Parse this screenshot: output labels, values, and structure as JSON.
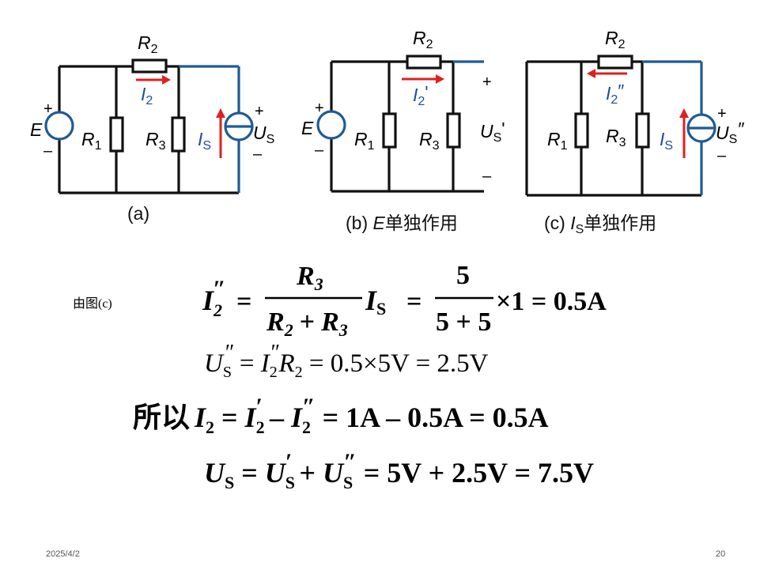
{
  "circuits": {
    "a": {
      "caption": "(a)",
      "R2": "R",
      "R2_sub": "2",
      "I2": "I",
      "I2_sub": "2",
      "R1": "R",
      "R1_sub": "1",
      "R3": "R",
      "R3_sub": "3",
      "E": "E",
      "IS": "I",
      "IS_sub": "S",
      "US": "U",
      "US_sub": "S",
      "plus_left": "+",
      "minus_left": "–",
      "plus_right": "+",
      "minus_right": "–"
    },
    "b": {
      "caption_prefix": "(b) ",
      "caption_var": "E",
      "caption_suffix": "单独作用",
      "R2": "R",
      "R2_sub": "2",
      "I2": "I",
      "I2_sub": "2",
      "I2_mark": "'",
      "R1": "R",
      "R1_sub": "1",
      "R3": "R",
      "R3_sub": "3",
      "E": "E",
      "US": "U",
      "US_sub": "S",
      "US_mark": "'",
      "plus_left": "+",
      "minus_left": "–",
      "plus_right": "+",
      "minus_right": "–"
    },
    "c": {
      "caption_prefix": "(c) ",
      "caption_var": "I",
      "caption_sub": "S",
      "caption_suffix": "单独作用",
      "R2": "R",
      "R2_sub": "2",
      "I2": "I",
      "I2_sub": "2",
      "I2_mark": "″",
      "R1": "R",
      "R1_sub": "1",
      "R3": "R",
      "R3_sub": "3",
      "IS": "I",
      "IS_sub": "S",
      "US": "U",
      "US_sub": "S",
      "US_mark": "″",
      "plus_right": "+",
      "minus_right": "–"
    }
  },
  "equations": {
    "from_label": "由图(c)",
    "eq1": {
      "lhs": "I",
      "lhs_sub": "2",
      "lhs_mark": "″",
      "eq": "=",
      "frac1_num": "R",
      "frac1_num_sub": "3",
      "frac1_den_a": "R",
      "frac1_den_a_sub": "2",
      "frac1_den_plus": "+",
      "frac1_den_b": "R",
      "frac1_den_b_sub": "3",
      "is": "I",
      "is_sub": "S",
      "eq2": "=",
      "frac2_num": "5",
      "frac2_den": "5 + 5",
      "tail": "×1 = 0.5A"
    },
    "eq2": {
      "lhs": "U",
      "lhs_sub": "S",
      "lhs_mark": "″",
      "mid1": " = ",
      "i": "I",
      "i_sub": "2",
      "i_mark": "″",
      "r": "R",
      "r_sub": "2",
      "tail": " = 0.5×5V = 2.5V"
    },
    "eq3": {
      "prefix": "所以",
      "a": "I",
      "a_sub": "2",
      "s1": " = ",
      "b": "I",
      "b_sub": "2",
      "b_mark": "′",
      "s2": " – ",
      "c": "I",
      "c_sub": "2",
      "c_mark": "″",
      "tail": " = 1A – 0.5A = 0.5A"
    },
    "eq4": {
      "a": "U",
      "a_sub": "S",
      "s1": " = ",
      "b": "U",
      "b_sub": "S",
      "b_mark": "′",
      "s2": " + ",
      "c": "U",
      "c_sub": "S",
      "c_mark": "″",
      "tail": " = 5V + 2.5V = 7.5V"
    }
  },
  "footer": {
    "date": "2025/4/2",
    "page": "20"
  },
  "colors": {
    "wire": "#111111",
    "blue_wire": "#1f5a96",
    "arrow": "#e02020",
    "blue_label": "#1f4e9a"
  }
}
